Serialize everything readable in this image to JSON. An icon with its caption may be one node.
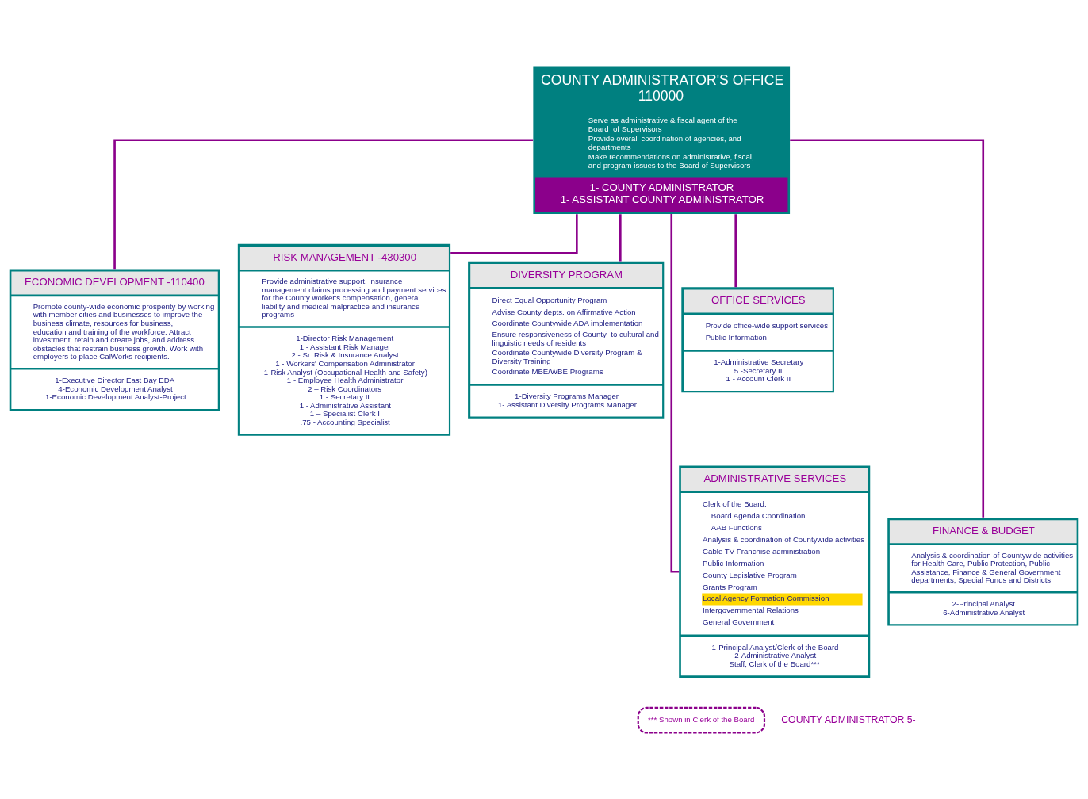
{
  "diagram": {
    "nodes": [
      {
        "text": [
          "COUNTY ADMINISTRATOR'S OFFICE 110000",
          "Serve as administrative & fiscal agent of the Board  of Supervisors",
          "Provide overall coordination of agencies, and departments",
          "Make recommendations on administrative, fiscal, and program issues to the Board of Supervisors",
          "1- COUNTY ADMINISTRATOR",
          "1- ASSISTANT COUNTY ADMINISTRATOR"
        ]
      },
      {
        "text": [
          "ECONOMIC DEVELOPMENT -110400",
          "Promote county-wide economic prosperity by working with member cities and businesses to improve the business climate, resources for business, education and training of the workforce. Attract investment, retain and create jobs, and address obstacles that restrain business growth. Work with employers to place CalWorks recipients.",
          "1-Executive Director East Bay EDA",
          "4-Economic Development Analyst",
          "1-Economic Development Analyst-Project"
        ]
      },
      {
        "text": [
          "RISK MANAGEMENT -430300",
          "Provide administrative support, insurance management claims processing and payment services for the County worker's compensation, general liability and medical malpractice and insurance programs",
          "1-Director Risk Management",
          "1 - Assistant Risk Manager",
          "2 - Sr. Risk & Insurance Analyst",
          "1 - Workers' Compensation Administrator",
          "1-Risk Analyst (Occupational Health and Safety)",
          "1 - Employee Health Administrator",
          "2 – Risk Coordinators",
          "1 - Secretary II",
          "1 - Administrative Assistant",
          "1 – Specialist Clerk I",
          ".75 - Accounting Specialist"
        ]
      },
      {
        "text": [
          "DIVERSITY PROGRAM",
          "Direct Equal Opportunity Program",
          "Advise County depts. on Affirmative Action",
          "Coordinate Countywide ADA implementation",
          "Ensure responsiveness of County  to cultural and linguistic needs of residents",
          "Coordinate Countywide Diversity Program & Diversity Training",
          "Coordinate MBE/WBE Programs",
          "1-Diversity Programs Manager",
          "1- Assistant Diversity Programs Manager"
        ]
      },
      {
        "text": [
          "OFFICE SERVICES",
          "Provide office-wide support services",
          "Public Information",
          "1-Administrative Secretary",
          "5 -Secretary II",
          "1 - Account Clerk II"
        ]
      },
      {
        "text": [
          "ADMINISTRATIVE SERVICES",
          "Clerk of the Board:",
          "Board Agenda Coordination",
          "AAB Functions",
          "Analysis & coordination of Countywide activities",
          "Cable TV Franchise administration",
          "Public Information",
          "County Legislative Program",
          "Grants Program",
          "Local Agency Formation Commission",
          "Intergovernmental Relations",
          "General Government",
          "1-Principal Analyst/Clerk of the Board",
          "2-Administrative Analyst",
          "Staff, Clerk of the Board***"
        ]
      },
      {
        "text": [
          "FINANCE & BUDGET",
          "Analysis & coordination of Countywide activities for Health Care, Public Protection, Public Assistance, Finance & General Government departments, Special Funds and Districts",
          "2-Principal Analyst",
          "6-Administrative Analyst"
        ]
      },
      {
        "text": [
          "*** Shown in Clerk of the Board"
        ]
      }
    ],
    "edges": [
      {
        "from": 0,
        "to": 1,
        "arrow": "none"
      },
      {
        "from": 0,
        "to": 2,
        "arrow": "none"
      },
      {
        "from": 0,
        "to": 3,
        "arrow": "none"
      },
      {
        "from": 0,
        "to": 4,
        "arrow": "none"
      },
      {
        "from": 0,
        "to": 5,
        "arrow": "none"
      },
      {
        "from": 0,
        "to": 6,
        "arrow": "none"
      }
    ],
    "labels": [
      "COUNTY ADMINISTRATOR 5-"
    ]
  }
}
